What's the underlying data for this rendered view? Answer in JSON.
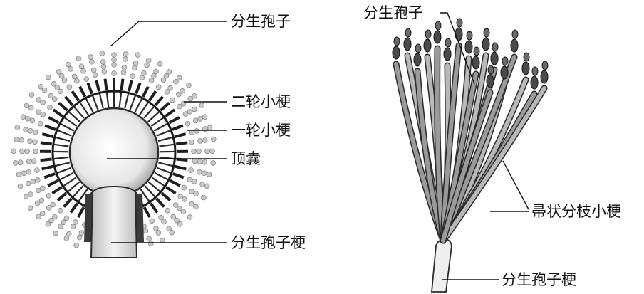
{
  "left_figure": {
    "labels": {
      "spores": "分生孢子",
      "secondary_sterigmata": "二轮小梗",
      "primary_sterigmata": "一轮小梗",
      "vesicle": "顶囊",
      "conidiophore": "分生孢子梗"
    }
  },
  "right_figure": {
    "labels": {
      "spores": "分生孢子",
      "broom_branches": "帚状分枝小梗",
      "conidiophore": "分生孢子梗"
    }
  }
}
